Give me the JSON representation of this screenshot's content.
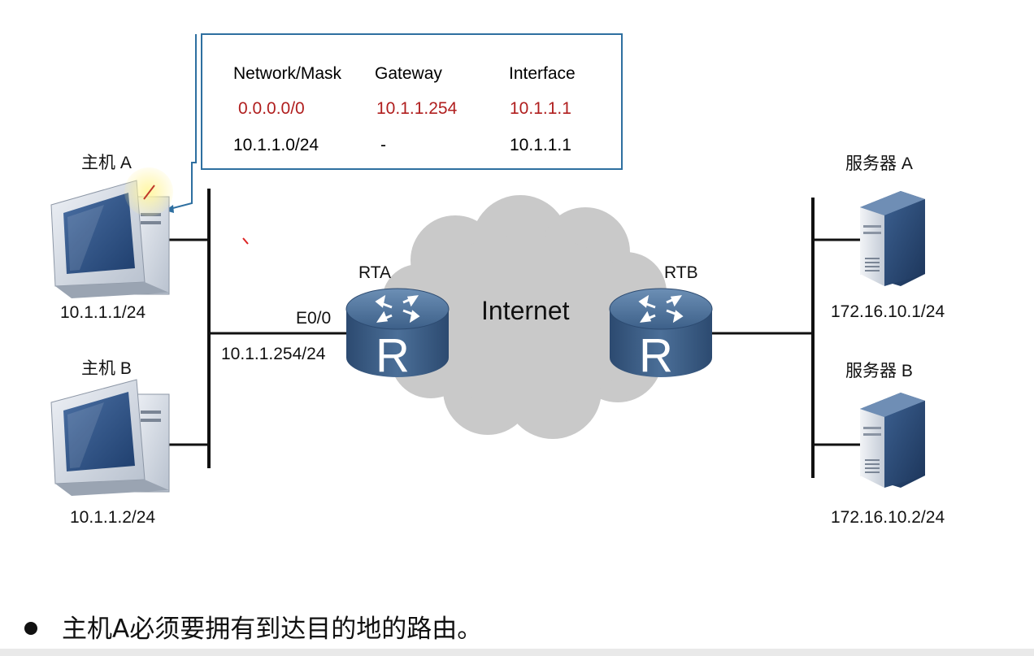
{
  "route_table": {
    "headers": [
      "Network/Mask",
      "Gateway",
      "Interface"
    ],
    "rows": [
      {
        "network": "0.0.0.0/0",
        "gateway": "10.1.1.254",
        "interface": "10.1.1.1",
        "highlight": true
      },
      {
        "network": "10.1.1.0/24",
        "gateway": "-",
        "interface": "10.1.1.1",
        "highlight": false
      }
    ]
  },
  "hosts": {
    "a": {
      "label": "主机 A",
      "ip": "10.1.1.1/24"
    },
    "b": {
      "label": "主机 B",
      "ip": "10.1.1.2/24"
    }
  },
  "routers": {
    "rta": {
      "label": "RTA",
      "interface": "E0/0",
      "ip": "10.1.1.254/24",
      "glyph": "R"
    },
    "rtb": {
      "label": "RTB",
      "glyph": "R"
    }
  },
  "cloud": {
    "label": "Internet"
  },
  "servers": {
    "a": {
      "label": "服务器 A",
      "ip": "172.16.10.1/24"
    },
    "b": {
      "label": "服务器 B",
      "ip": "172.16.10.2/24"
    }
  },
  "caption": "主机A必须要拥有到达目的地的路由。",
  "colors": {
    "border": "#2e6fa0",
    "highlight_text": "#b01e1e",
    "router": "#3f6690",
    "cloud": "#c9c9c9"
  }
}
